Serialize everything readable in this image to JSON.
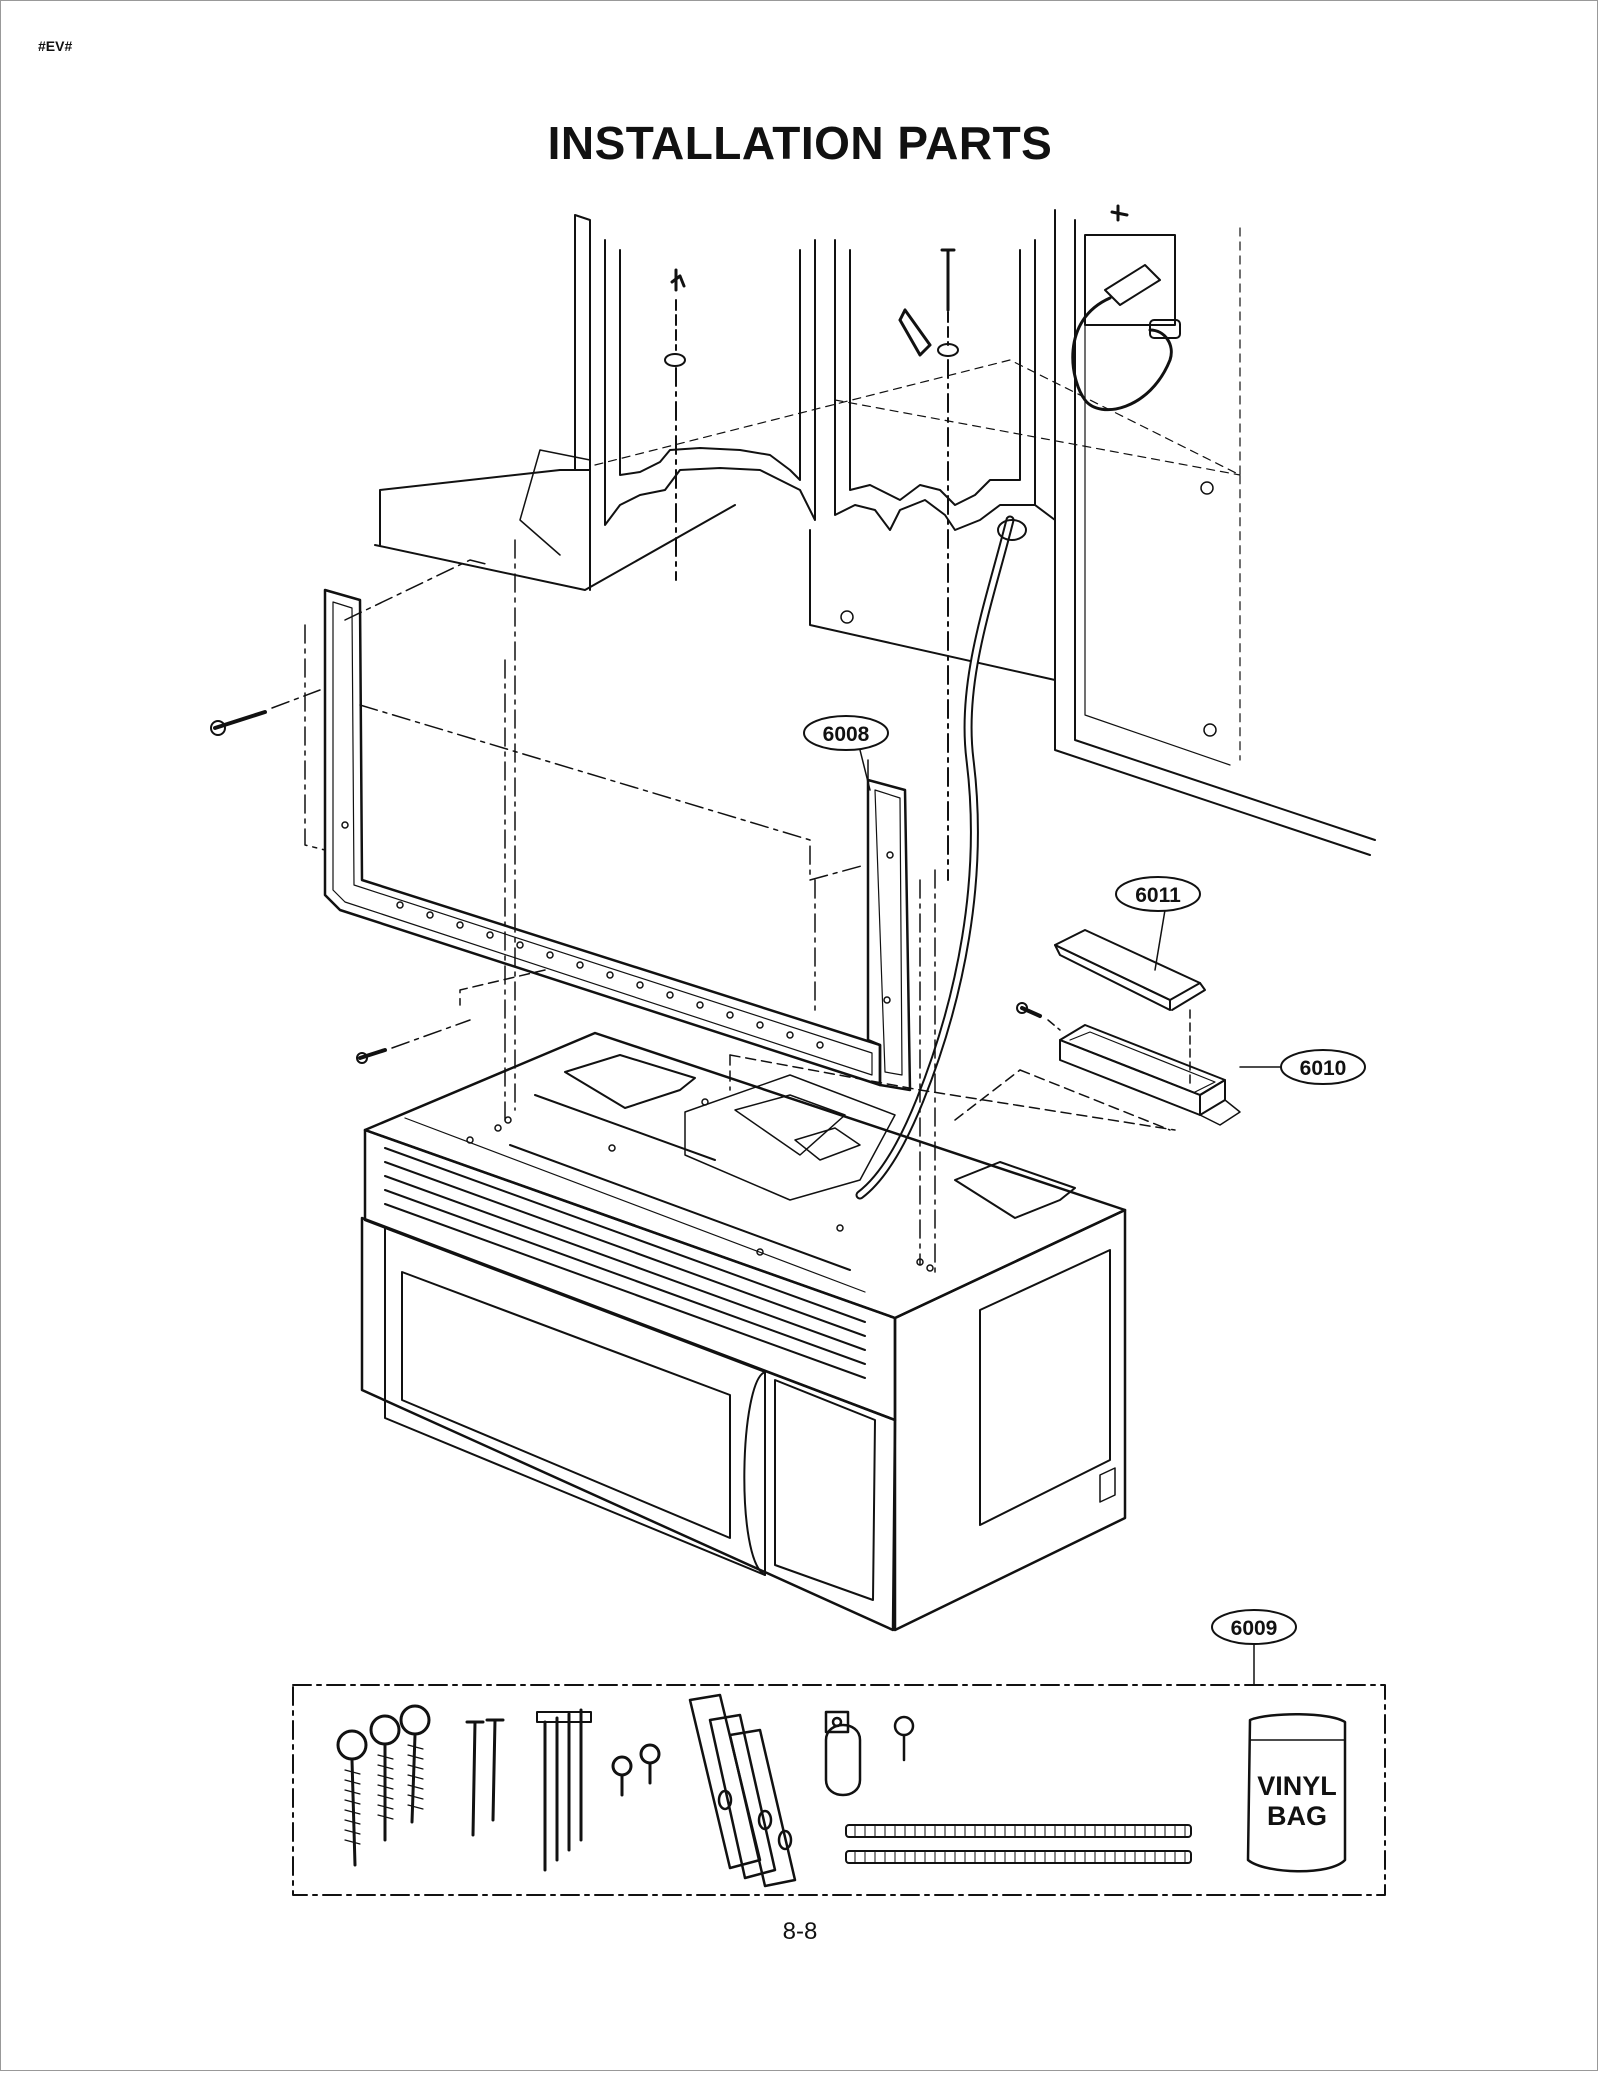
{
  "header": {
    "tag": "#EV#",
    "title": "INSTALLATION PARTS"
  },
  "callouts": [
    {
      "id": "callout-6008",
      "label": "6008"
    },
    {
      "id": "callout-6011",
      "label": "6011"
    },
    {
      "id": "callout-6010",
      "label": "6010"
    },
    {
      "id": "callout-6009",
      "label": "6009"
    }
  ],
  "kit": {
    "bag_line1": "VINYL",
    "bag_line2": "BAG"
  },
  "footer": {
    "page_number": "8-8"
  }
}
